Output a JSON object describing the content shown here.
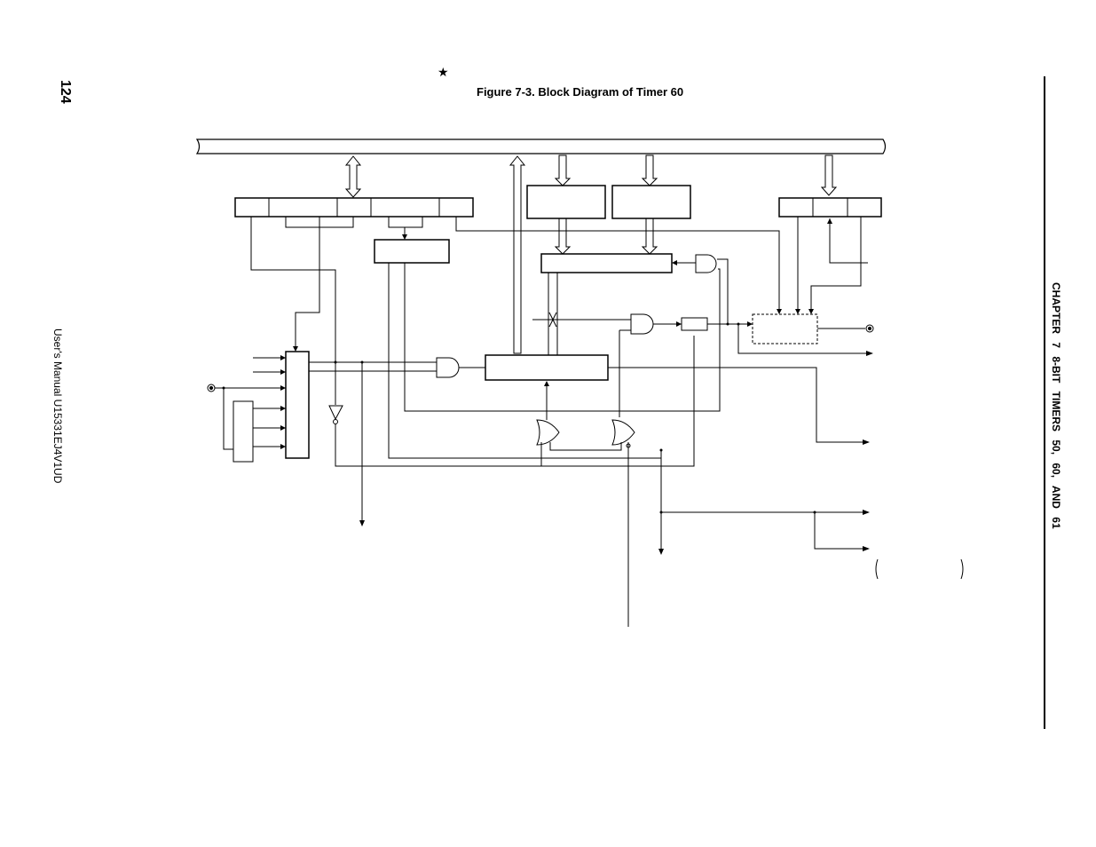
{
  "page": {
    "number": "124",
    "footer": "User's Manual  U15331EJ4V1UD",
    "chapter": "CHAPTER  7   8-BIT  TIMERS  50,  60,  AND  61",
    "star": "★"
  },
  "figure": {
    "title": "Figure 7-3.  Block Diagram of Timer 60"
  }
}
